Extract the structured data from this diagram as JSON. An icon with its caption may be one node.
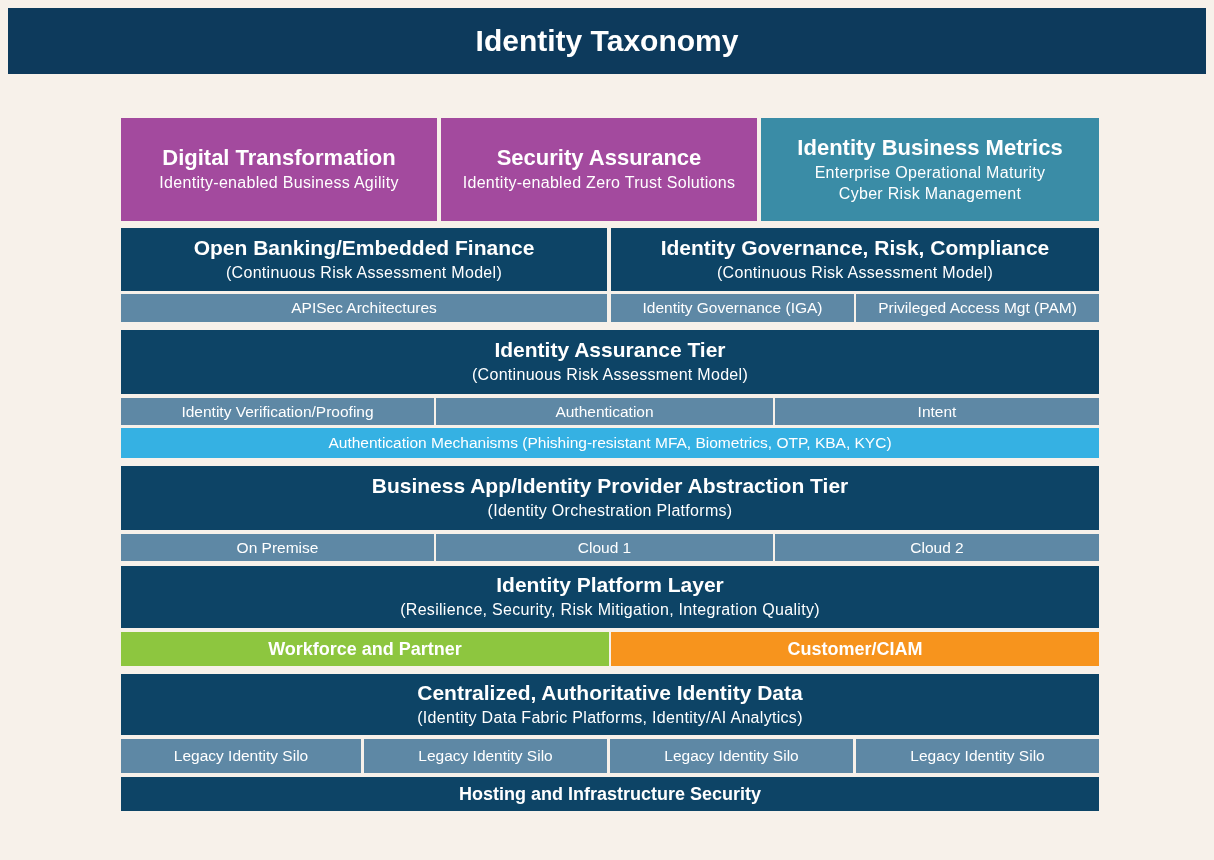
{
  "diagram": {
    "title": "Identity Taxonomy",
    "nodes": [
      {
        "text": [
          "Digital Transformation",
          "Identity-enabled Business Agility"
        ]
      },
      {
        "text": [
          "Security Assurance",
          "Identity-enabled Zero Trust Solutions"
        ]
      },
      {
        "text": [
          "Identity Business Metrics",
          "Enterprise Operational Maturity",
          "Cyber Risk Management"
        ]
      },
      {
        "text": [
          "Open Banking/Embedded Finance",
          "(Continuous Risk Assessment Model)"
        ]
      },
      {
        "text": [
          "Identity Governance, Risk, Compliance",
          "(Continuous Risk Assessment Model)"
        ]
      },
      {
        "text": [
          "APISec Architectures"
        ]
      },
      {
        "text": [
          "Identity Governance (IGA)"
        ]
      },
      {
        "text": [
          "Privileged Access Mgt (PAM)"
        ]
      },
      {
        "text": [
          "Identity Assurance Tier",
          "(Continuous Risk Assessment Model)"
        ]
      },
      {
        "text": [
          "Identity Verification/Proofing"
        ]
      },
      {
        "text": [
          "Authentication"
        ]
      },
      {
        "text": [
          "Intent"
        ]
      },
      {
        "text": [
          "Authentication Mechanisms (Phishing-resistant MFA, Biometrics, OTP, KBA, KYC)"
        ]
      },
      {
        "text": [
          "Business App/Identity Provider Abstraction Tier",
          "(Identity Orchestration Platforms)"
        ]
      },
      {
        "text": [
          "On Premise"
        ]
      },
      {
        "text": [
          "Cloud 1"
        ]
      },
      {
        "text": [
          "Cloud 2"
        ]
      },
      {
        "text": [
          "Identity Platform Layer",
          "(Resilience, Security, Risk Mitigation, Integration Quality)"
        ]
      },
      {
        "text": [
          "Workforce and Partner"
        ]
      },
      {
        "text": [
          "Customer/CIAM"
        ]
      },
      {
        "text": [
          "Centralized, Authoritative Identity Data",
          "(Identity Data Fabric Platforms, Identity/AI Analytics)"
        ]
      },
      {
        "text": [
          "Legacy Identity Silo"
        ]
      },
      {
        "text": [
          "Legacy Identity Silo"
        ]
      },
      {
        "text": [
          "Legacy Identity Silo"
        ]
      },
      {
        "text": [
          "Legacy Identity Silo"
        ]
      },
      {
        "text": [
          "Hosting and Infrastructure Security"
        ]
      }
    ]
  }
}
